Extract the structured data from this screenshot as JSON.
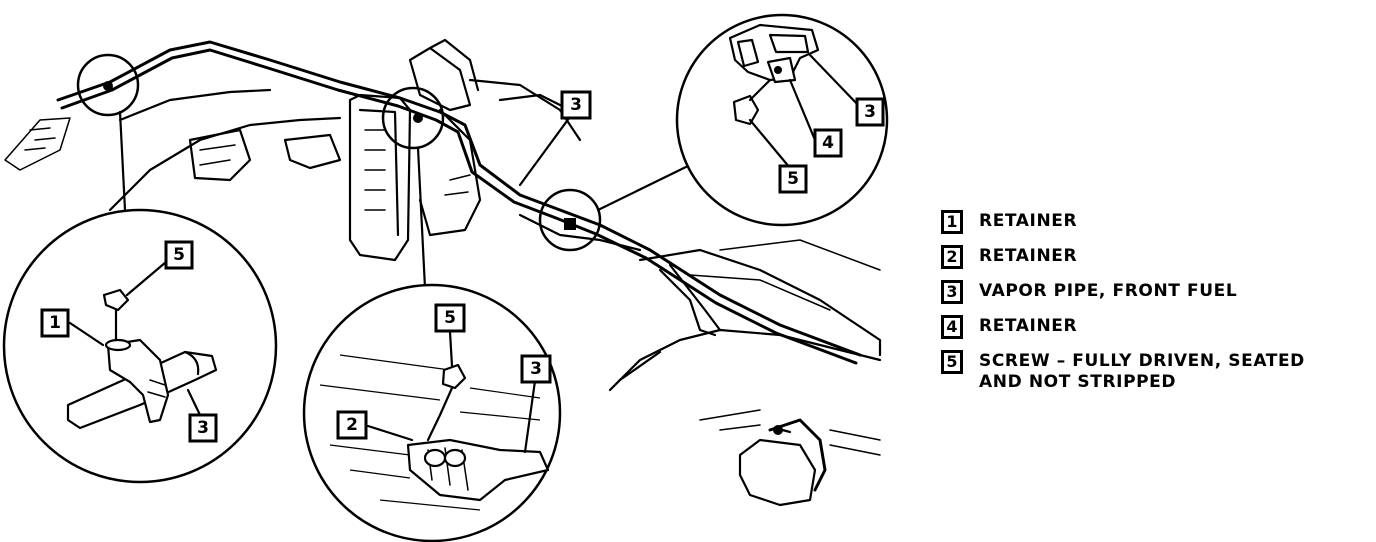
{
  "callouts": {
    "main_vapor_pipe": "3",
    "detail_right_3": "3",
    "detail_right_4": "4",
    "detail_right_5": "5",
    "detail_left_1": "1",
    "detail_left_5": "5",
    "detail_left_3": "3",
    "detail_center_5": "5",
    "detail_center_2": "2",
    "detail_center_3": "3"
  },
  "legend": [
    {
      "number": "1",
      "label": "RETAINER"
    },
    {
      "number": "2",
      "label": "RETAINER"
    },
    {
      "number": "3",
      "label": "VAPOR PIPE, FRONT FUEL"
    },
    {
      "number": "4",
      "label": "RETAINER"
    },
    {
      "number": "5",
      "label": "SCREW – FULLY DRIVEN, SEATED\nAND NOT STRIPPED"
    }
  ]
}
